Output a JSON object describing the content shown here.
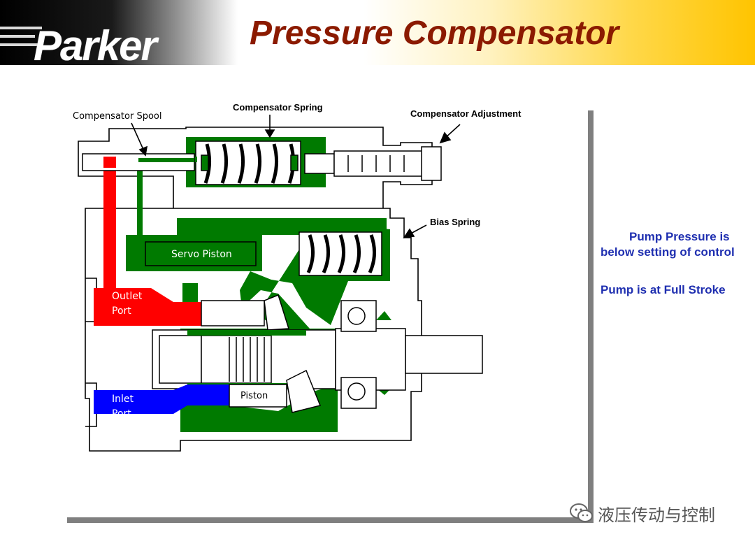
{
  "header": {
    "logo_text": "Parker",
    "title": "Pressure Compensator"
  },
  "diagram": {
    "labels": {
      "compensator_spool": "Compensator Spool",
      "compensator_spring": "Compensator Spring",
      "compensator_adjustment": "Compensator Adjustment",
      "bias_spring": "Bias Spring",
      "servo_piston": "Servo Piston",
      "outlet_port_line1": "Outlet",
      "outlet_port_line2": "Port",
      "inlet_port_line1": "Inlet",
      "inlet_port_line2": "Port",
      "piston": "Piston"
    },
    "colors": {
      "outlet_pressure": "#ff0000",
      "inlet": "#0000ff",
      "case": "#007a00"
    }
  },
  "side": {
    "status_line": "Pump Pressure is below  setting of control",
    "stroke_line": "Pump is at Full Stroke"
  },
  "watermark": {
    "text": "液压传动与控制",
    "icon": "wechat-icon"
  }
}
